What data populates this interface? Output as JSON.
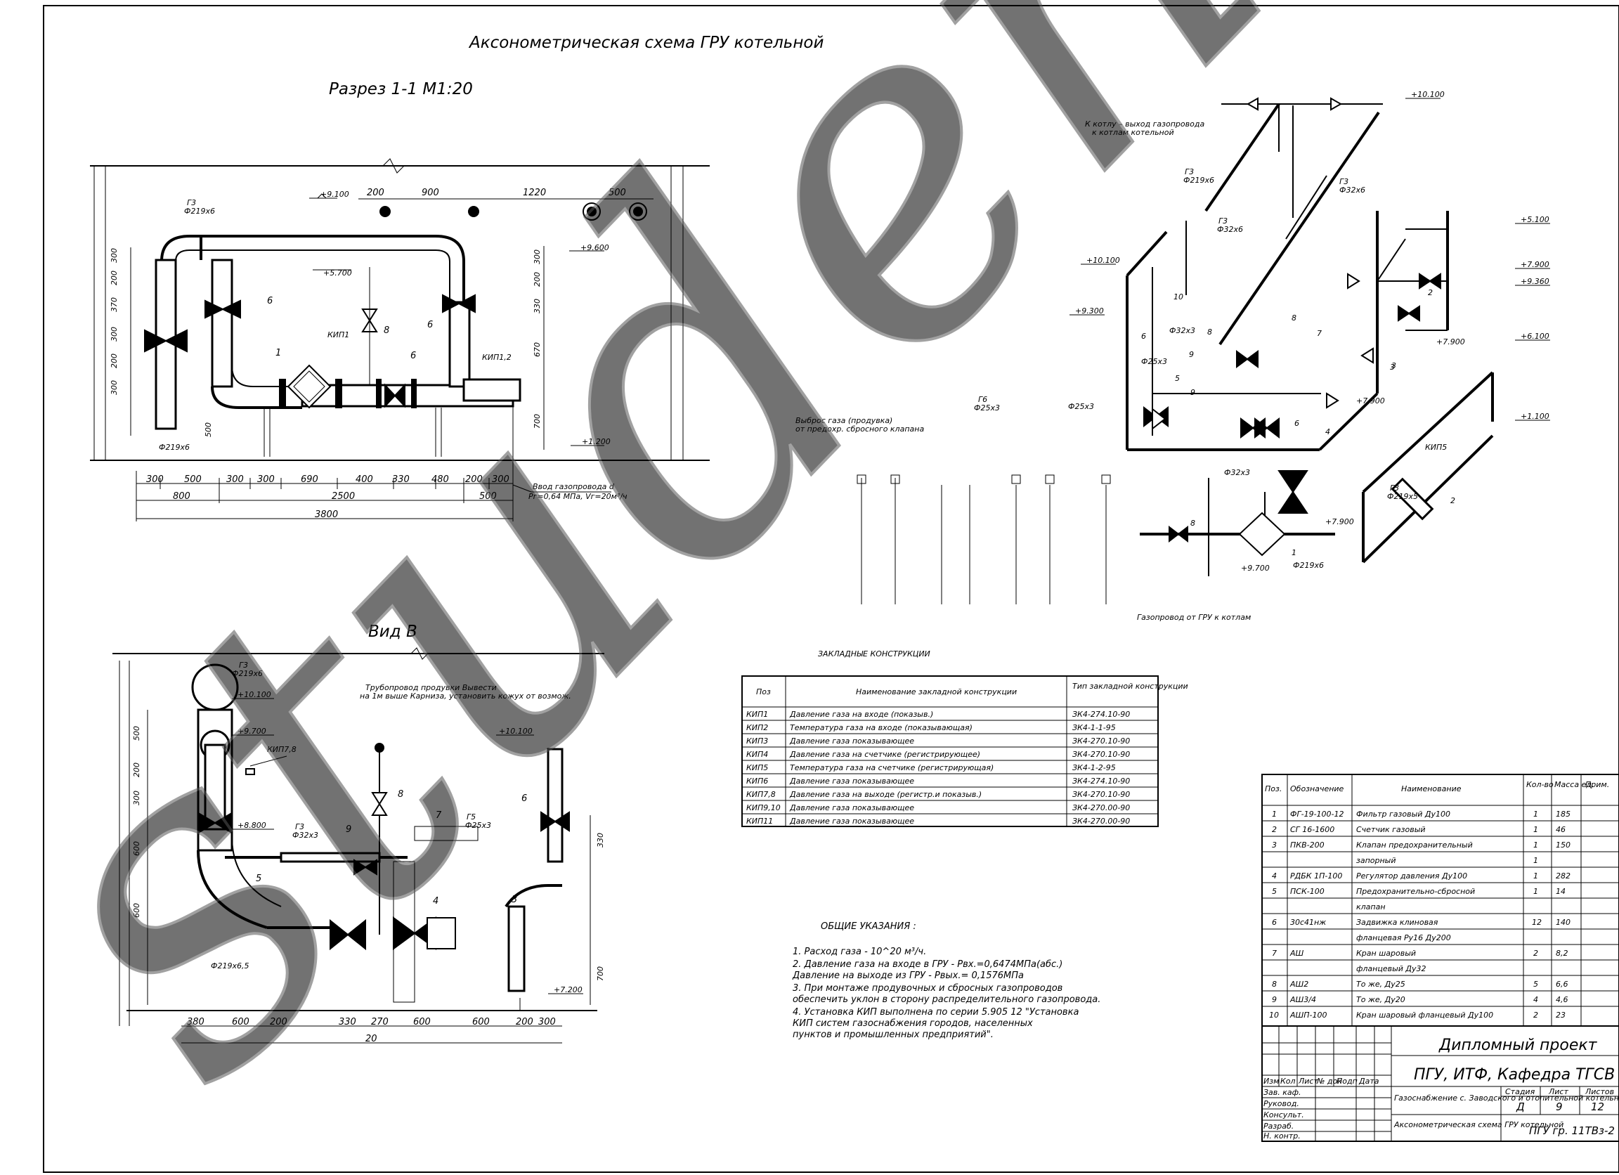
{
  "titles": {
    "main": "Аксонометрическая схема ГРУ котельной",
    "section": "Разрез 1-1 М1:20",
    "view": "Вид В"
  },
  "section": {
    "top_dims": [
      "200",
      "900",
      "1220",
      "500"
    ],
    "bottom_dims": [
      "300",
      "500",
      "300",
      "300",
      "690",
      "400",
      "330",
      "480",
      "200",
      "300"
    ],
    "bottom_dims2": [
      "800",
      "2500",
      "500"
    ],
    "total": "3800",
    "left_dims": [
      "300",
      "200",
      "370",
      "300",
      "200",
      "300",
      "500"
    ],
    "right_dims": [
      "300",
      "200",
      "330",
      "670",
      "700"
    ],
    "levels": [
      "+9.100",
      "+9.600",
      "+5.700",
      "+1.200"
    ],
    "pipe_labels": [
      "Г3",
      "Ф219х6",
      "Ф219х6"
    ],
    "callouts": [
      "1",
      "6",
      "6",
      "6",
      "8",
      "КИП1",
      "КИП1,2"
    ],
    "note": [
      "Ввод газопровода d",
      "Рг=0,64 МПа, Vг=20м³/ч"
    ]
  },
  "view_b": {
    "bottom_dims": [
      "380",
      "600",
      "200",
      "330",
      "270",
      "600",
      "600",
      "200",
      "300"
    ],
    "bottom_total": "20",
    "left_dims": [
      "500",
      "200",
      "300",
      "600",
      "600"
    ],
    "right_dims": [
      "330",
      "700"
    ],
    "levels": [
      "+10.100",
      "+9.700",
      "+8.800",
      "+7.200"
    ],
    "callouts": [
      "Г3",
      "Ф219х6",
      "КИП7,8",
      "8",
      "9",
      "7",
      "Г5",
      "Ф25х3",
      "Г3",
      "Ф32х3",
      "5",
      "4",
      "3",
      "6",
      "Ф219х6,5"
    ],
    "note": [
      "Трубопровод продувки Вывести",
      "на 1м выше Карниза, установить кожух от возмож."
    ]
  },
  "axonometry": {
    "levels": [
      "+10.100",
      "+5.100",
      "+7.900",
      "+9.360",
      "+6.100",
      "+7.900",
      "+1.100",
      "+10.100",
      "+9.300",
      "+7.900",
      "+9.700",
      "+7.900"
    ],
    "labels": [
      "Г3",
      "Ф219х6",
      "Г3",
      "Ф32х6",
      "Г3",
      "Ф32х6",
      "Ф32х3",
      "Ф25х3",
      "Ф25х3",
      "Г6",
      "Ф25х3",
      "Ф32х3",
      "Г3",
      "Ф219х5",
      "КИП5",
      "Ф219х6"
    ],
    "callouts": [
      "1",
      "2",
      "3",
      "4",
      "5",
      "6",
      "7",
      "8",
      "9",
      "10",
      "2",
      "3",
      "8",
      "8",
      "6",
      "9"
    ],
    "notes": [
      "К котлу – выход газопровода",
      "к котлам котельной",
      "Выброс газа (продувка)",
      "от предохр. сбросного клапана",
      "Газопровод от ГРУ к котлам"
    ]
  },
  "zk_table": {
    "title": "ЗАКЛАДНЫЕ КОНСТРУКЦИИ",
    "headers": [
      "Поз",
      "Наименование закладной конструкции",
      "Тип закладной конструкции"
    ],
    "rows": [
      [
        "КИП1",
        "Давление газа на входе (показыв.)",
        "ЗК4-274.10-90"
      ],
      [
        "КИП2",
        "Температура газа на входе (показывающая)",
        "ЗК4-1-1-95"
      ],
      [
        "КИП3",
        "Давление газа показывающее",
        "ЗК4-270.10-90"
      ],
      [
        "КИП4",
        "Давление газа на счетчике (регистрирующее)",
        "ЗК4-270.10-90"
      ],
      [
        "КИП5",
        "Температура газа на счетчике (регистрирующая)",
        "ЗК4-1-2-95"
      ],
      [
        "КИП6",
        "Давление газа показывающее",
        "ЗК4-274.10-90"
      ],
      [
        "КИП7,8",
        "Давление газа на выходе (регистр.и показыв.)",
        "ЗК4-270.10-90"
      ],
      [
        "КИП9,10",
        "Давление газа показывающее",
        "ЗК4-270.00-90"
      ],
      [
        "КИП11",
        "Давление газа показывающее",
        "ЗК4-270.00-90"
      ]
    ]
  },
  "notes": {
    "title": "ОБЩИЕ УКАЗАНИЯ :",
    "lines": [
      "1. Расход газа - 10^20 м³/ч.",
      "2. Давление газа на входе в ГРУ - Рвх.=0,6474МПа(абс.)",
      "    Давление на выходе из ГРУ - Рвых.= 0,1576МПа",
      "3. При монтаже продувочных и сбросных газопроводов",
      "    обеспечить уклон в сторону распределительного газопровода.",
      "4. Установка КИП выполнена по серии 5.905 12 \"Установка",
      "    КИП          систем газоснабжения городов, населенных",
      "    пунктов и промышленных предприятий\"."
    ]
  },
  "spec": {
    "headers": [
      "Поз.",
      "Обозначение",
      "Наименование",
      "Кол-во",
      "Масса ед.",
      "Прим."
    ],
    "rows": [
      [
        "1",
        "ФГ-19-100-12",
        "Фильтр газовый Ду100",
        "1",
        "185",
        ""
      ],
      [
        "2",
        "СГ 16-1600",
        "Счетчик газовый",
        "1",
        "46",
        ""
      ],
      [
        "3",
        "ПКВ-200",
        "Клапан предохранительный",
        "1",
        "150",
        ""
      ],
      [
        "",
        "",
        "запорный",
        "1",
        "",
        ""
      ],
      [
        "4",
        "РДБК 1П-100",
        "Регулятор давления Ду100",
        "1",
        "282",
        ""
      ],
      [
        "5",
        "ПСК-100",
        "Предохранительно-сбросной",
        "1",
        "14",
        ""
      ],
      [
        "",
        "",
        "клапан",
        "",
        "",
        ""
      ],
      [
        "6",
        "30с41нж",
        "Задвижка клиновая",
        "12",
        "140",
        ""
      ],
      [
        "",
        "",
        "фланцевая Ру16  Ду200",
        "",
        "",
        ""
      ],
      [
        "7",
        "АШ",
        "Кран шаровый",
        "2",
        "8,2",
        ""
      ],
      [
        "",
        "",
        "фланцевый Ду32",
        "",
        "",
        ""
      ],
      [
        "8",
        "АШ2",
        "То же, Ду25",
        "5",
        "6,6",
        ""
      ],
      [
        "9",
        "АШ3/4",
        "То же, Ду20",
        "4",
        "4,6",
        ""
      ],
      [
        "10",
        "АШП-100",
        "Кран шаровый фланцевый Ду100",
        "2",
        "23",
        ""
      ]
    ]
  },
  "stamp": {
    "project": "Дипломный проект",
    "org": "ПГУ, ИТФ, Кафедра ТГСВ",
    "cols": [
      "Изм",
      "Кол",
      "Лист",
      "№ док",
      "Подп",
      "Дата"
    ],
    "roles": [
      "Зав. каф.",
      "Руковод.",
      "Консульт.",
      "Разраб.",
      "Н. контр."
    ],
    "stage_hdr": [
      "Стадия",
      "Лист",
      "Листов"
    ],
    "stage": [
      "Д",
      "9",
      "12"
    ],
    "object": "Газоснабжение с. Заводского и отопительной котельной",
    "sheet_name": "Аксонометрическая схема ГРУ котельной",
    "group": "ПГУ гр. 11ТВз-2"
  },
  "watermark": "studentel"
}
